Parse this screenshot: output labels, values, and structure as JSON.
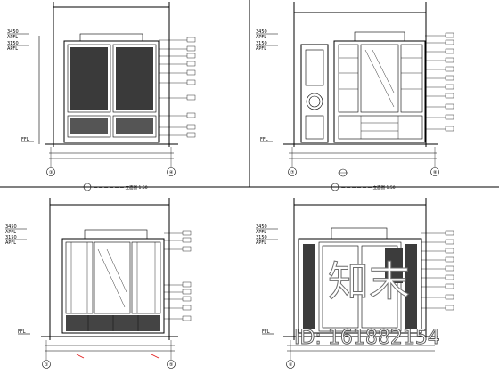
{
  "elevation_marks": [
    "3450",
    "APFL",
    "3150",
    "APFL",
    "FFL"
  ],
  "panel_titles": [
    "— — — — — — 立面图 1:50",
    "— — — — — — 立面图 1:50"
  ],
  "axis_labels": {
    "panel_a": [
      "③",
      "④"
    ],
    "panel_b": [
      "⑦",
      "⑧"
    ],
    "panel_c": [
      "①",
      "⑤"
    ],
    "panel_d": [
      "⑥"
    ]
  },
  "watermark": {
    "logo_text": "知末",
    "id_text": "ID: 161882154"
  },
  "colors": {
    "accent_line": "#e21a1a",
    "ink": "#000000"
  }
}
